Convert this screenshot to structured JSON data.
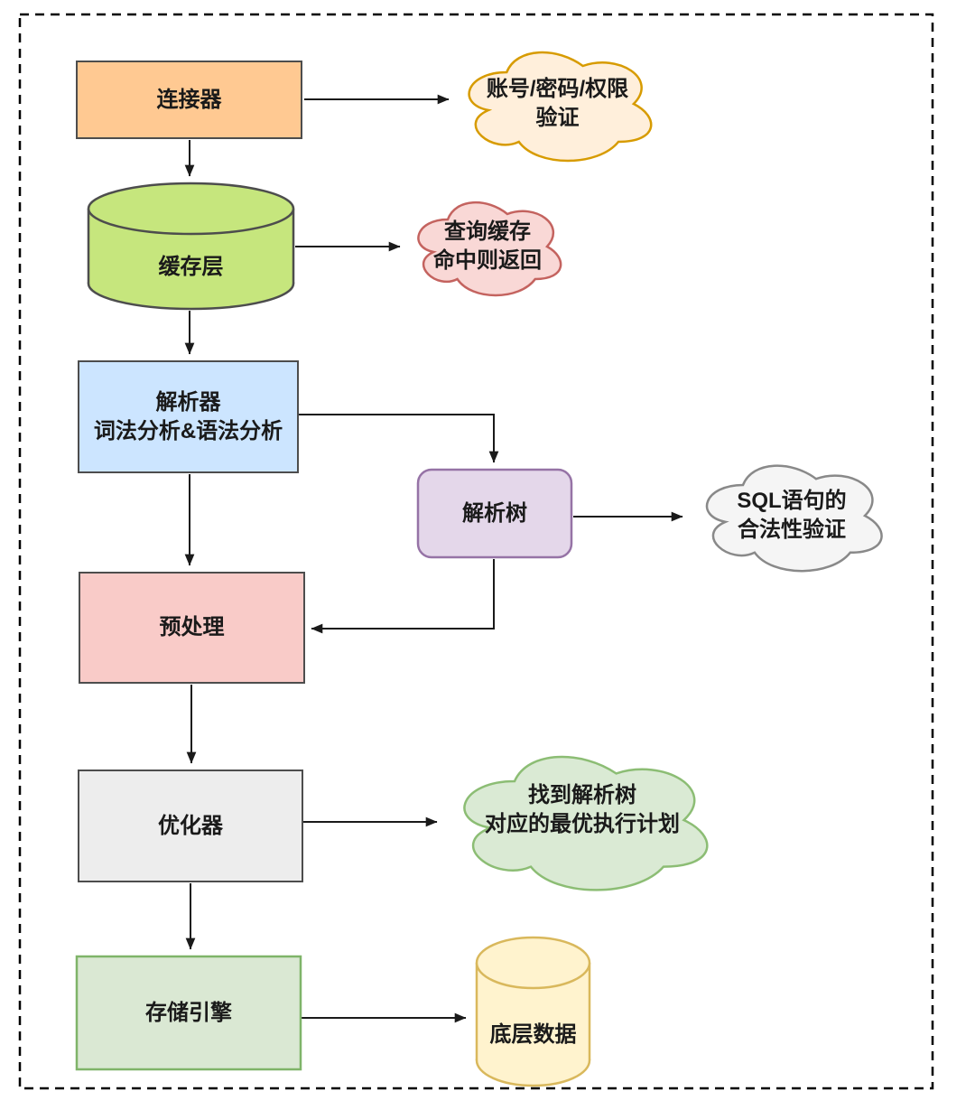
{
  "diagram": {
    "description": "MySQL query execution flow diagram",
    "background": "#FFFFFF",
    "border_color": "#000000",
    "edge_color": "#1A1A1A",
    "text_color": "#1A1A1A"
  },
  "nodes": {
    "connector": {
      "label": "连接器",
      "shape": "rect",
      "fill": "#FFC992",
      "stroke": "#4D4D4D"
    },
    "auth_cloud": {
      "line1": "账号/密码/权限",
      "line2": "验证",
      "shape": "cloud",
      "fill": "#FFEFDB",
      "stroke": "#D79B00"
    },
    "cache": {
      "label": "缓存层",
      "shape": "cylinder",
      "fill": "#C6E67D",
      "stroke": "#4D4D4D"
    },
    "cache_cloud": {
      "line1": "查询缓存",
      "line2": "命中则返回",
      "shape": "cloud",
      "fill": "#F9D8D6",
      "stroke": "#C4635F"
    },
    "parser": {
      "line1": "解析器",
      "line2": "词法分析&语法分析",
      "shape": "rect",
      "fill": "#CCE5FF",
      "stroke": "#4D4D4D"
    },
    "parse_tree": {
      "label": "解析树",
      "shape": "rounded-rect",
      "fill": "#E4D7EA",
      "stroke": "#9673A6"
    },
    "sql_cloud": {
      "line1": "SQL语句的",
      "line2": "合法性验证",
      "shape": "cloud",
      "fill": "#F5F5F5",
      "stroke": "#898989"
    },
    "preprocess": {
      "label": "预处理",
      "shape": "rect",
      "fill": "#F9CBC8",
      "stroke": "#4D4D4D"
    },
    "optimizer": {
      "label": "优化器",
      "shape": "rect",
      "fill": "#EDEDED",
      "stroke": "#4D4D4D"
    },
    "plan_cloud": {
      "line1": "找到解析树",
      "line2": "对应的最优执行计划",
      "shape": "cloud",
      "fill": "#DAEAD4",
      "stroke": "#8CBD74"
    },
    "storage": {
      "label": "存储引擎",
      "shape": "rect",
      "fill": "#DAE8D3",
      "stroke": "#7FB469"
    },
    "data_store": {
      "label": "底层数据",
      "shape": "cylinder",
      "fill": "#FFF3CE",
      "stroke": "#D9B85C"
    }
  },
  "edges": [
    {
      "from": "connector",
      "to": "auth_cloud"
    },
    {
      "from": "connector",
      "to": "cache"
    },
    {
      "from": "cache",
      "to": "cache_cloud"
    },
    {
      "from": "cache",
      "to": "parser"
    },
    {
      "from": "parser",
      "to": "parse_tree"
    },
    {
      "from": "parser",
      "to": "preprocess"
    },
    {
      "from": "parse_tree",
      "to": "sql_cloud"
    },
    {
      "from": "parse_tree",
      "to": "preprocess"
    },
    {
      "from": "preprocess",
      "to": "optimizer"
    },
    {
      "from": "optimizer",
      "to": "plan_cloud"
    },
    {
      "from": "optimizer",
      "to": "storage"
    },
    {
      "from": "storage",
      "to": "data_store"
    }
  ]
}
